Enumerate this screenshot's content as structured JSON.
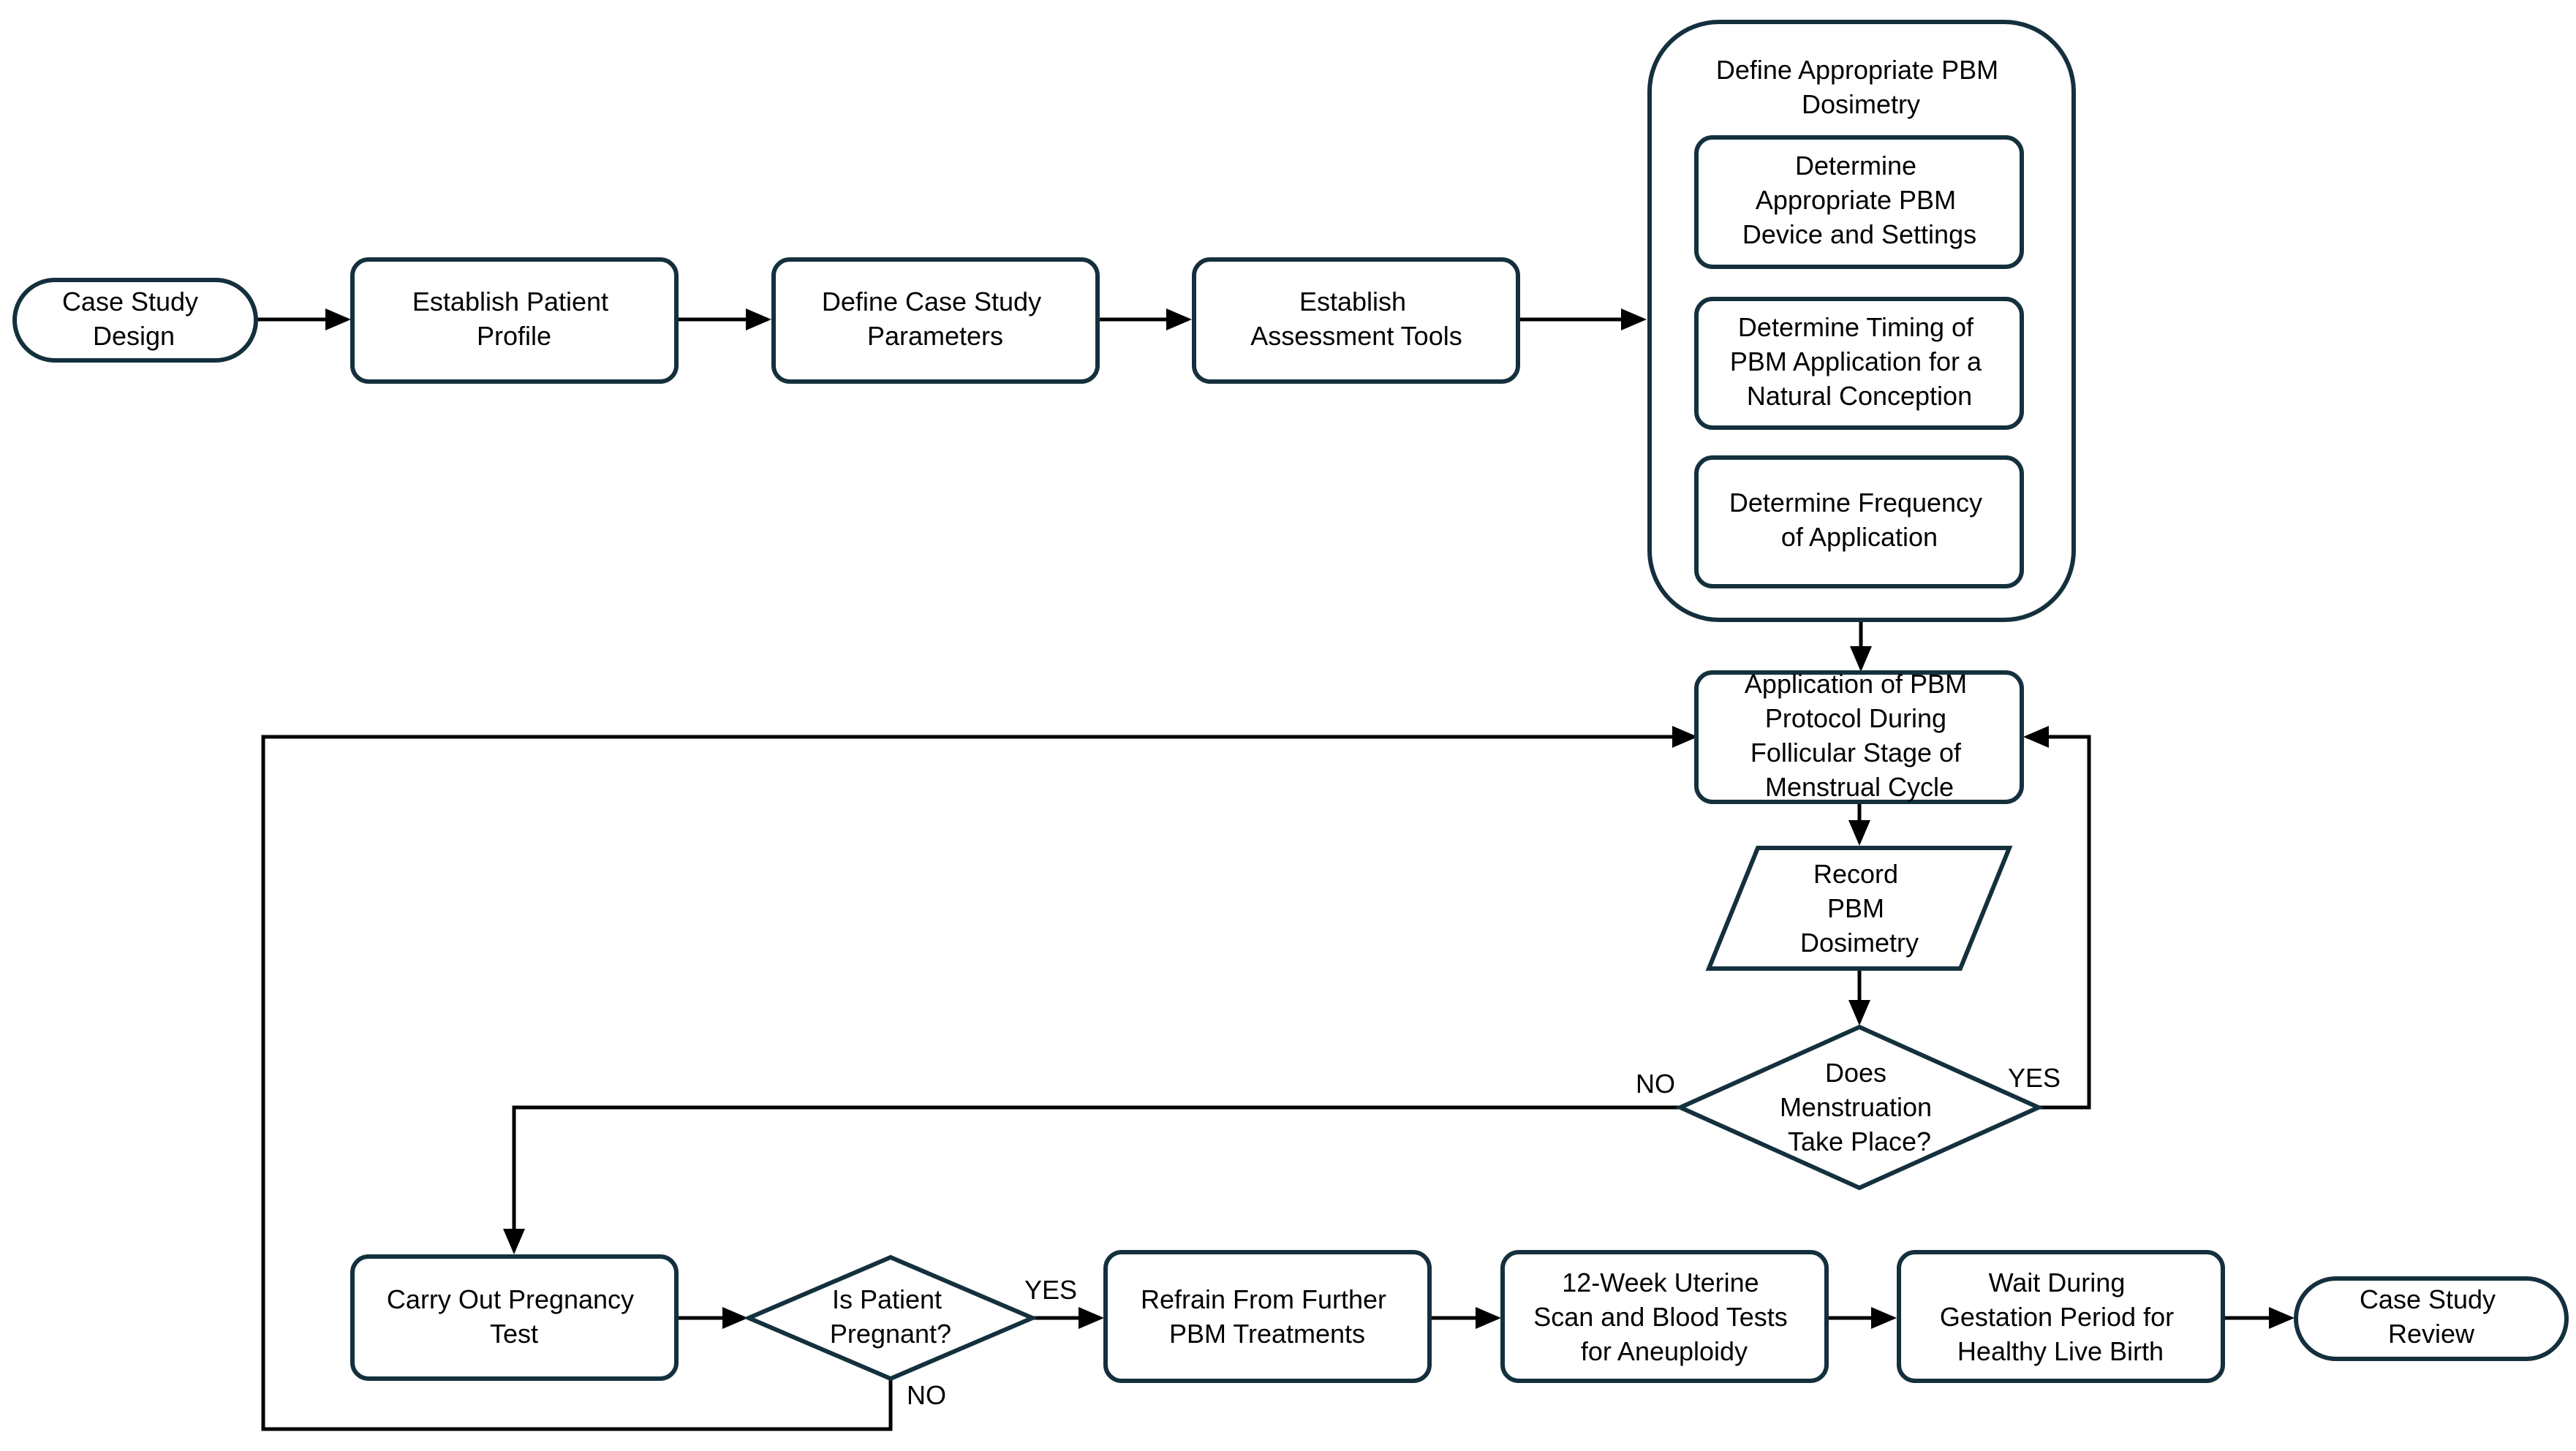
{
  "diagram": {
    "colors": {
      "stroke": "#14303d",
      "line": "#000000",
      "fill": "#ffffff"
    },
    "nodes": {
      "case_study_design": [
        "Case Study",
        "Design"
      ],
      "establish_patient_profile": [
        "Establish Patient",
        "Profile"
      ],
      "define_case_study_parameters": [
        "Define Case Study",
        "Parameters"
      ],
      "establish_assessment_tools": [
        "Establish",
        "Assessment Tools"
      ],
      "define_pbm_dosimetry": [
        "Define Appropriate PBM",
        "Dosimetry"
      ],
      "determine_device_settings": [
        "Determine",
        "Appropriate PBM",
        "Device and Settings"
      ],
      "determine_timing": [
        "Determine Timing of",
        "PBM Application for a",
        "Natural Conception"
      ],
      "determine_frequency": [
        "Determine Frequency",
        "of Application"
      ],
      "application_pbm_protocol": [
        "Application of PBM",
        "Protocol During",
        "Follicular Stage of",
        "Menstrual Cycle"
      ],
      "record_pbm_dosimetry": [
        "Record",
        "PBM",
        "Dosimetry"
      ],
      "menstruation_decision": [
        "Does",
        "Menstruation",
        "Take Place?"
      ],
      "carry_out_pregnancy_test": [
        "Carry Out Pregnancy",
        "Test"
      ],
      "pregnant_decision": [
        "Is Patient",
        "Pregnant?"
      ],
      "refrain_treatments": [
        "Refrain From Further",
        "PBM Treatments"
      ],
      "uterine_scan": [
        "12-Week Uterine",
        "Scan and Blood Tests",
        "for Aneuploidy"
      ],
      "wait_gestation": [
        "Wait During",
        "Gestation Period for",
        "Healthy Live Birth"
      ],
      "case_study_review": [
        "Case Study",
        "Review"
      ]
    },
    "edge_labels": {
      "menstruation_no": "NO",
      "menstruation_yes": "YES",
      "pregnant_yes": "YES",
      "pregnant_no": "NO"
    }
  }
}
